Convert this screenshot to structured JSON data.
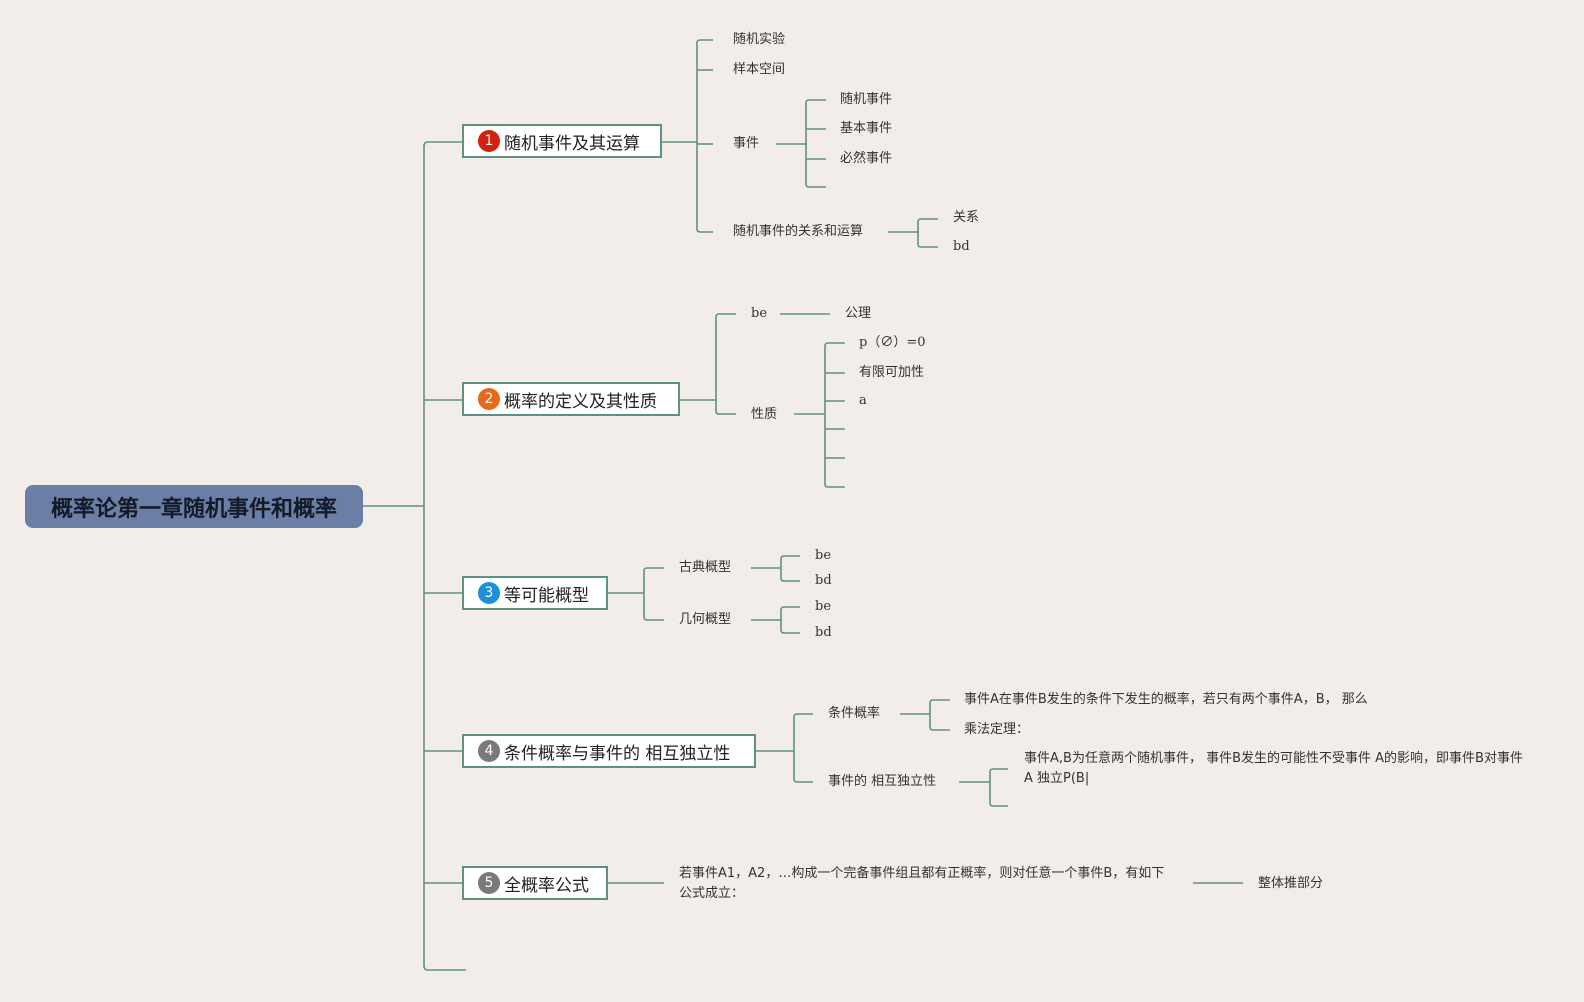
{
  "central": "概率论第一章随机事件和概率",
  "colors": {
    "line": "#5f9183",
    "central_bg": "#6b7fa6",
    "badge1": "#d4200f",
    "badge2": "#e8691c",
    "badge3": "#1e8fd8",
    "badge4": "#7a7a7a",
    "badge5": "#7a7a7a"
  },
  "topics": [
    {
      "num": "1",
      "title": "随机事件及其运算",
      "children": [
        {
          "label": "随机实验"
        },
        {
          "label": "样本空间"
        },
        {
          "label": "事件",
          "children": [
            "随机事件",
            "基本事件",
            "必然事件"
          ]
        },
        {
          "label": "随机事件的关系和运算",
          "children": [
            "关系",
            "bd"
          ]
        }
      ]
    },
    {
      "num": "2",
      "title": "概率的定义及其性质",
      "children": [
        {
          "label": "be",
          "children": [
            "公理"
          ]
        },
        {
          "label": "性质",
          "children": [
            "p（∅）=0",
            "有限可加性",
            "a"
          ]
        }
      ]
    },
    {
      "num": "3",
      "title": "等可能概型",
      "children": [
        {
          "label": "古典概型",
          "children": [
            "be",
            "bd"
          ]
        },
        {
          "label": "几何概型",
          "children": [
            "be",
            "bd"
          ]
        }
      ]
    },
    {
      "num": "4",
      "title": "条件概率与事件的 相互独立性",
      "children": [
        {
          "label": "条件概率",
          "children": [
            "事件A在事件B发生的条件下发生的概率，若只有两个事件A，B， 那么",
            "乘法定理："
          ]
        },
        {
          "label": "事件的 相互独立性",
          "children": [
            "事件A,B为任意两个随机事件， 事件B发生的可能性不受事件 A的影响，即事件B对事件A 独立P(B|"
          ]
        }
      ]
    },
    {
      "num": "5",
      "title": "全概率公式",
      "children": [
        {
          "label": "若事件A1，A2，…构成一个完备事件组且都有正概率，则对任意一个事件B，有如下公式成立：",
          "children": [
            "整体推部分"
          ]
        }
      ]
    }
  ]
}
